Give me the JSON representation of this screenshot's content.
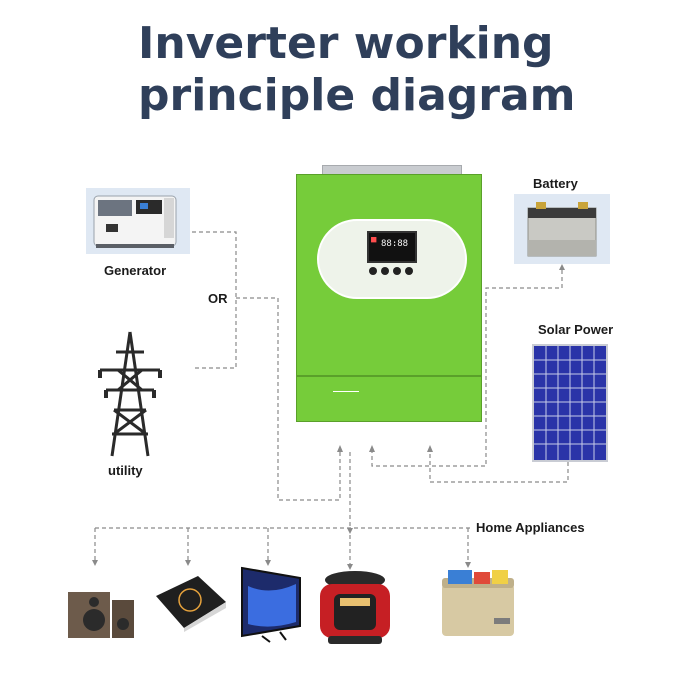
{
  "title": {
    "line1": "Inverter working",
    "line2": "principle diagram"
  },
  "labels": {
    "generator": "Generator",
    "or": "OR",
    "utility": "utility",
    "battery": "Battery",
    "solar_power": "Solar Power",
    "home_appliances": "Home Appliances"
  },
  "colors": {
    "title": "#2f3f5a",
    "inverter_green": "#76cc3a",
    "wire": "#8a8a8a",
    "solar_blue": "#2a34a8"
  },
  "icons": {
    "generator": "generator-icon",
    "utility": "transmission-tower-icon",
    "battery": "battery-icon",
    "solar": "solar-panel-icon",
    "inverter": "inverter-icon",
    "appliances": [
      "speaker-icon",
      "induction-cooker-icon",
      "television-icon",
      "pressure-cooker-icon",
      "cooler-box-icon"
    ]
  }
}
